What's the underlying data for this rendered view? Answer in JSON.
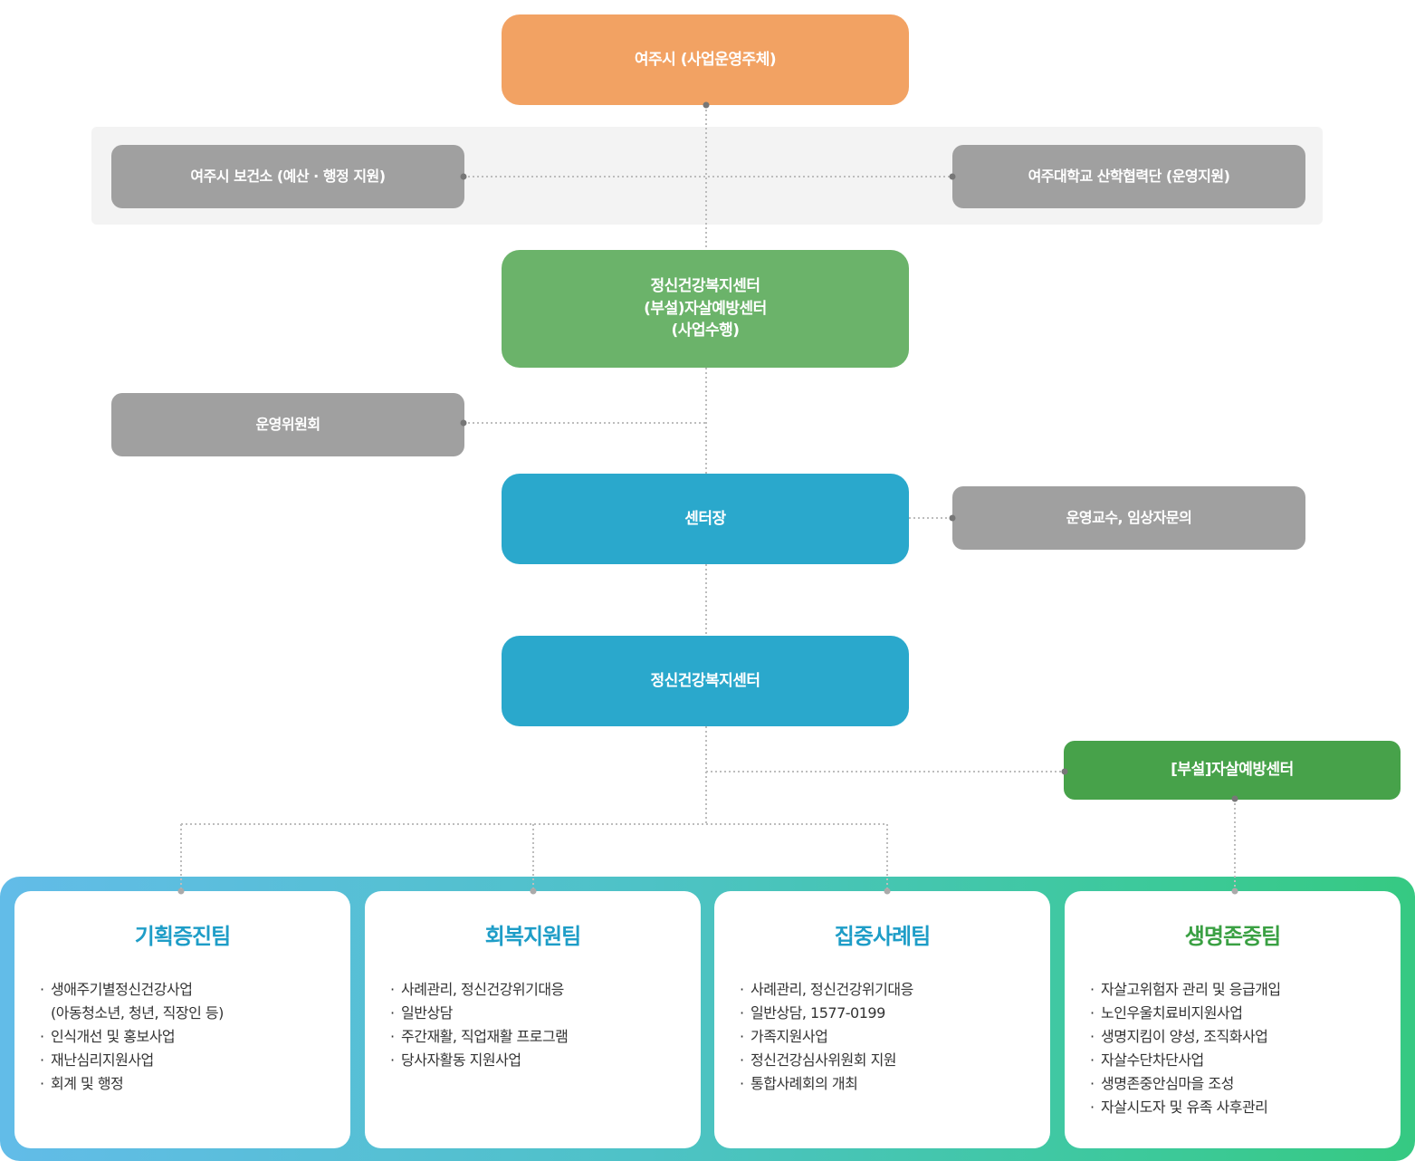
{
  "nodes": {
    "yeoju_city": "여주시 (사업운영주체)",
    "health_center": "여주시 보건소 (예산 · 행정 지원)",
    "university": "여주대학교 산학협력단 (운영지원)",
    "mh_center_lines": [
      "정신건강복지센터",
      "(부설)자살예방센터",
      "(사업수행)"
    ],
    "committee": "운영위원회",
    "director": "센터장",
    "advisors": "운영교수, 임상자문의",
    "mh_center": "정신건강복지센터",
    "suicide_center": "[부설]자살예방센터"
  },
  "colors": {
    "orange": "#f2a263",
    "gray": "#a0a0a0",
    "green": "#6bb36a",
    "blue": "#2aa8cc",
    "dark_green": "#47a24a",
    "team_blue_title": "#1e9dc7",
    "team_green_title": "#3aa043"
  },
  "teams": [
    {
      "title": "기획증진팀",
      "items": [
        "생애주기별정신건강사업",
        "(아동청소년, 청년, 직장인 등)",
        "인식개선 및 홍보사업",
        "재난심리지원사업",
        "회계 및 행정"
      ]
    },
    {
      "title": "회복지원팀",
      "items": [
        "사례관리, 정신건강위기대응",
        "일반상담",
        "주간재활, 직업재활 프로그램",
        "당사자활동 지원사업"
      ]
    },
    {
      "title": "집중사례팀",
      "items": [
        "사례관리, 정신건강위기대응",
        "일반상담, 1577-0199",
        "가족지원사업",
        "정신건강심사위원회 지원",
        "통합사례회의 개최"
      ]
    },
    {
      "title": "생명존중팀",
      "items": [
        "자살고위험자 관리 및 응급개입",
        "노인우울치료비지원사업",
        "생명지킴이 양성, 조직화사업",
        "자살수단차단사업",
        "생명존중안심마을 조성",
        "자살시도자 및 유족 사후관리"
      ]
    }
  ]
}
